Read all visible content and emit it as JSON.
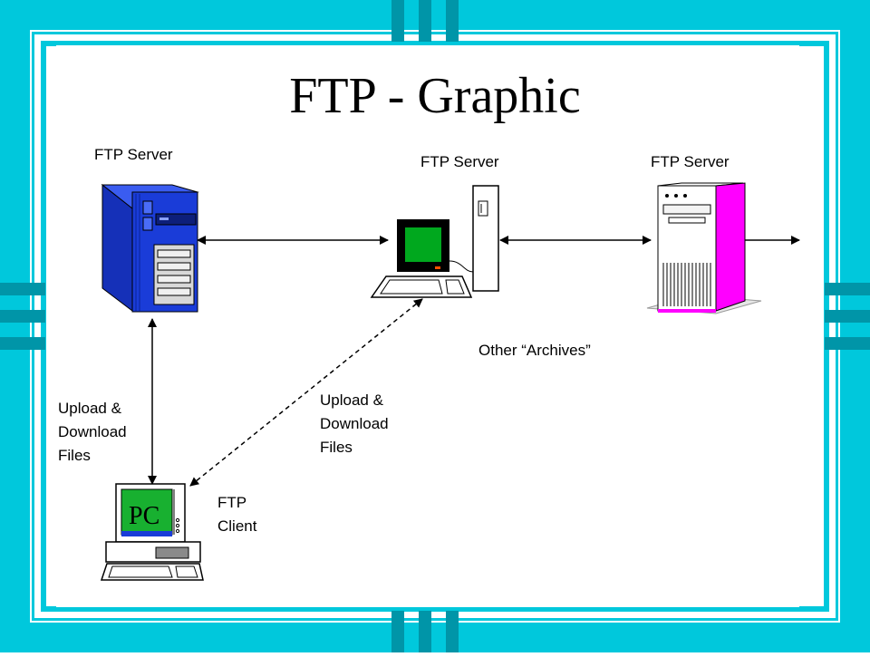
{
  "title": "FTP - Graphic",
  "labels": {
    "server_left": "FTP Server",
    "server_middle": "FTP Server",
    "server_right": "FTP Server",
    "other_archives": "Other “Archives”",
    "upload_left": [
      "Upload &",
      "Download",
      "Files"
    ],
    "upload_right": [
      "Upload &",
      "Download",
      "Files"
    ],
    "ftp_client": [
      "FTP",
      "Client"
    ],
    "pc": "PC"
  },
  "colors": {
    "frame": "#00c8dc",
    "frame_dark": "#0095a8",
    "server_left": "#1a3cd8",
    "server_right_accent": "#ff00ff",
    "screen_green": "#00a81e",
    "pc_screen_green": "#18b030",
    "pc_screen_blue": "#1a3cd8"
  },
  "icons": [
    "tower-server-icon",
    "workstation-icon",
    "server-cabinet-icon",
    "pc-icon"
  ]
}
